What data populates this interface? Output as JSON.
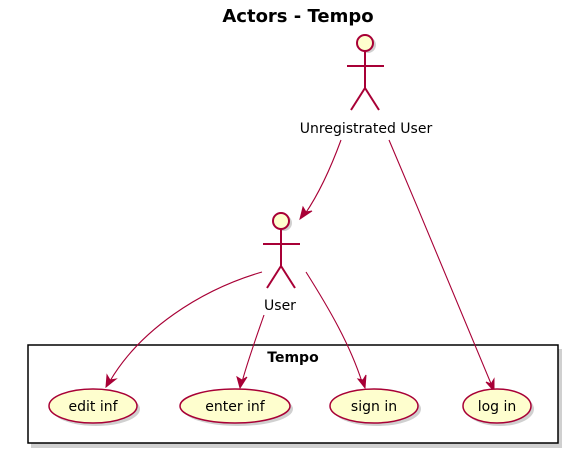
{
  "diagram": {
    "title": "Actors - Tempo",
    "colors": {
      "accent": "#a80036",
      "fill": "#fefece",
      "package_border": "#000000"
    },
    "actors": [
      {
        "id": "unregistered",
        "label": "Unregistrated User"
      },
      {
        "id": "user",
        "label": "User"
      }
    ],
    "package": {
      "label": "Tempo"
    },
    "use_cases": [
      {
        "id": "edit",
        "label": "edit inf"
      },
      {
        "id": "enter",
        "label": "enter inf"
      },
      {
        "id": "signin",
        "label": "sign in"
      },
      {
        "id": "login",
        "label": "log in"
      }
    ],
    "edges": [
      {
        "from": "unregistered",
        "to": "user"
      },
      {
        "from": "unregistered",
        "to": "login"
      },
      {
        "from": "user",
        "to": "edit"
      },
      {
        "from": "user",
        "to": "enter"
      },
      {
        "from": "user",
        "to": "signin"
      }
    ]
  }
}
